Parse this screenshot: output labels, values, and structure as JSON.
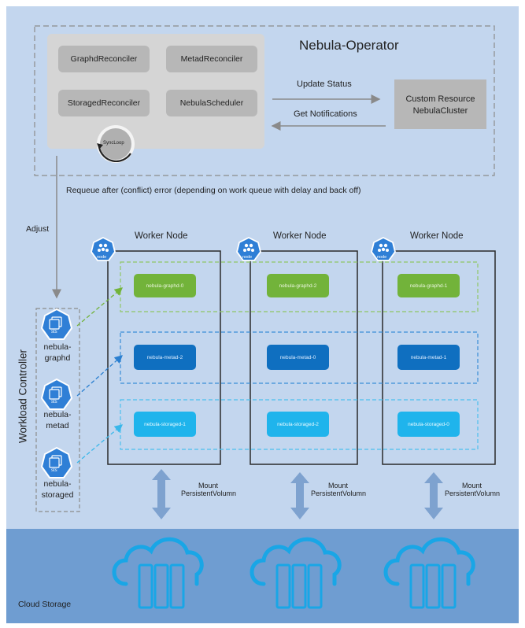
{
  "operator": {
    "title": "Nebula-Operator",
    "components": [
      "GraphdReconciler",
      "MetadReconciler",
      "StoragedReconciler",
      "NebulaScheduler"
    ],
    "syncloop": "SyncLoop",
    "update_status": "Update Status",
    "get_notifications": "Get Notifications",
    "custom_resource_line1": "Custom Resource",
    "custom_resource_line2": "NebulaCluster"
  },
  "requeue": "Requeue after (conflict) error (depending on work queue with delay and back off)",
  "adjust": "Adjust",
  "workload_controller": "Workload Controller",
  "sts_icon_label": "sts",
  "node_icon_label": "node",
  "statefulsets": [
    {
      "line1": "nebula-",
      "line2": "graphd"
    },
    {
      "line1": "nebula-",
      "line2": "metad"
    },
    {
      "line1": "nebula-",
      "line2": "storaged"
    }
  ],
  "worker_nodes": [
    {
      "title": "Worker Node",
      "pods": [
        "nebula-graphd-0",
        "nebula-metad-2",
        "nebula-storaged-1"
      ]
    },
    {
      "title": "Worker Node",
      "pods": [
        "nebula-graphd-2",
        "nebula-metad-0",
        "nebula-storaged-2"
      ]
    },
    {
      "title": "Worker Node",
      "pods": [
        "nebula-graphd-1",
        "nebula-metad-1",
        "nebula-storaged-0"
      ]
    }
  ],
  "mount_line1": "Mount",
  "mount_line2": "PersistentVolumn",
  "cloud_storage": "Cloud Storage",
  "colors": {
    "graphd": "#72b33a",
    "metad": "#0f6fc0",
    "storaged": "#1fb4ec",
    "node_icon": "#2f7fd6",
    "cloud_icon": "#19a6e6"
  }
}
